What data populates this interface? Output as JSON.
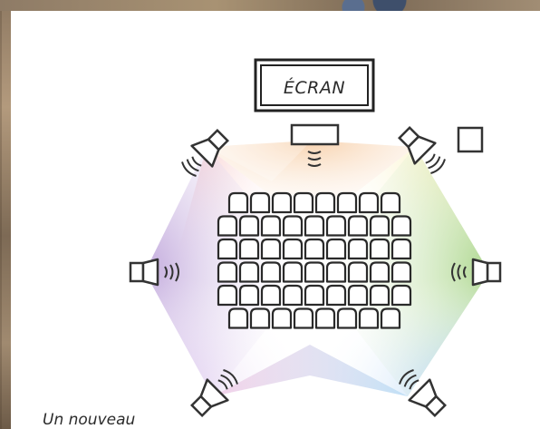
{
  "screen": {
    "label": "ÉCRAN"
  },
  "caption": {
    "text": "Un nouveau"
  },
  "seating": {
    "rows": [
      8,
      9,
      9,
      9,
      9,
      8
    ]
  },
  "speakers": [
    {
      "name": "top-center-speaker-icon"
    },
    {
      "name": "top-left-speaker-icon"
    },
    {
      "name": "top-right-speaker-icon"
    },
    {
      "name": "left-speaker-icon"
    },
    {
      "name": "right-speaker-icon"
    },
    {
      "name": "bottom-left-speaker-icon"
    },
    {
      "name": "bottom-right-speaker-icon"
    }
  ],
  "legend_square": {
    "name": "empty-square-icon"
  },
  "colors": {
    "stroke": "#333333",
    "glow_orange": "#f4b27a",
    "glow_yellow": "#f6e27a",
    "glow_green": "#9fd07a",
    "glow_blue": "#7fb8ef",
    "glow_purple": "#b79ad6",
    "glow_pink": "#f0a3b8"
  }
}
